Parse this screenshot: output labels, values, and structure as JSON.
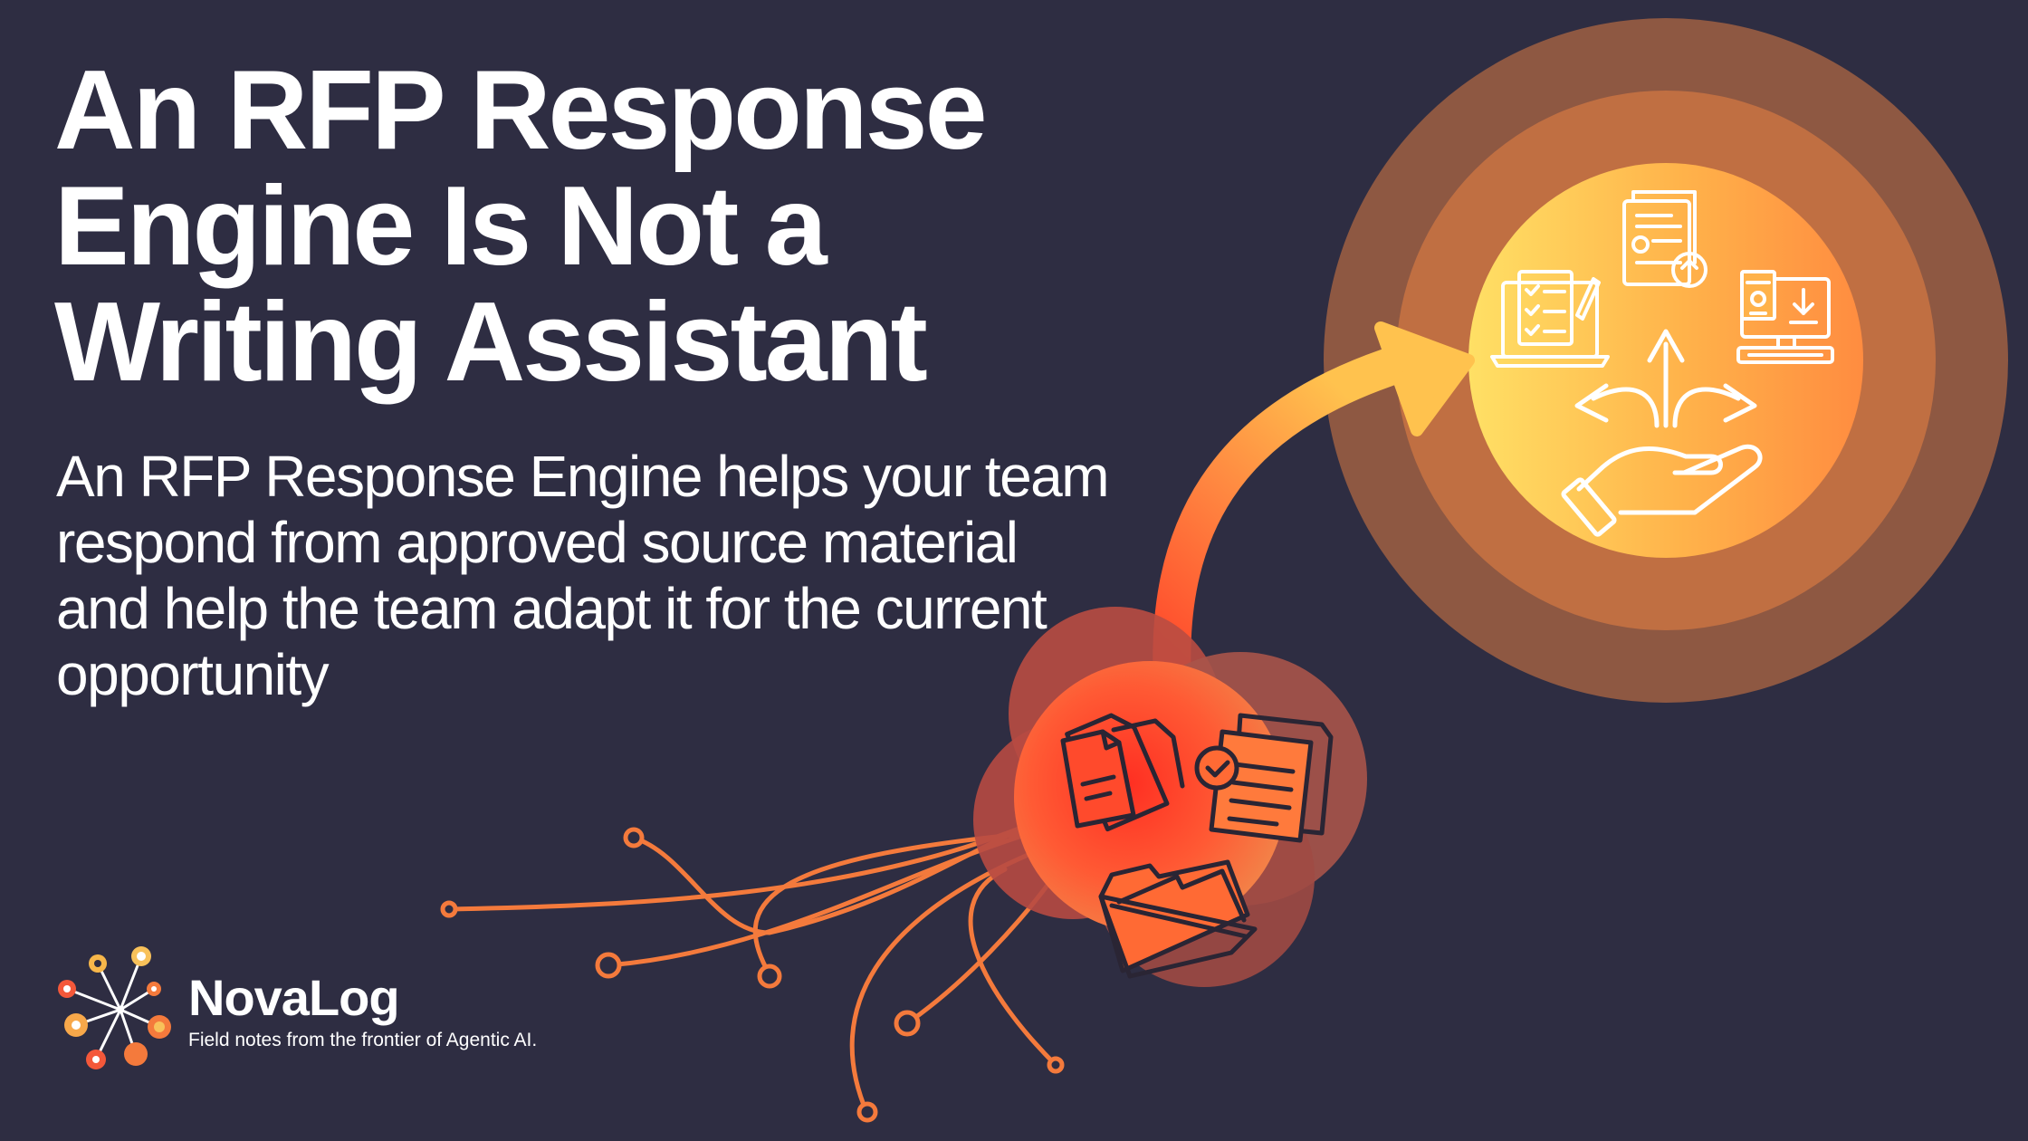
{
  "headline": {
    "title": "An RFP Response Engine Is Not a Writing Assistant",
    "subtitle": "An RFP Response Engine helps your team respond from approved source material and help the team adapt it for the current opportunity"
  },
  "brand": {
    "name": "NovaLog",
    "tagline": "Field notes from the frontier of Agentic AI."
  },
  "illustration": {
    "source_icons": [
      "documents-icon",
      "document-check-icon",
      "folder-icon"
    ],
    "result_icons": [
      "checklist-laptop-icon",
      "document-upload-icon",
      "desktop-download-icon",
      "hand-arrows-icon"
    ]
  },
  "colors": {
    "background": "#2e2d42",
    "text": "#ffffff",
    "accent_orange": "#f47a3c",
    "accent_red": "#ff3b2b",
    "accent_yellow": "#ffd863"
  }
}
